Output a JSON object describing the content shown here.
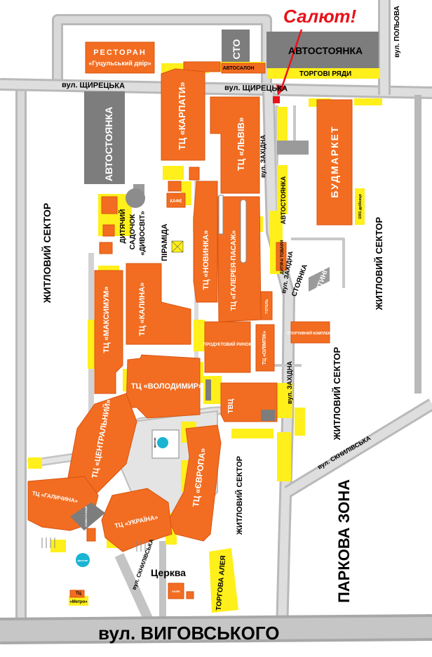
{
  "colors": {
    "building": "#f26d21",
    "building_dark": "#e35a12",
    "yellow": "#ffef1a",
    "road": "#c8c8c8",
    "road_dark": "#9a9a9a",
    "parking": "#7d7d7d",
    "marker": "#e8121a",
    "fountain": "#19b4d2"
  },
  "title": "Салют!",
  "streets": {
    "shchyretska_left": "вул. ЩИРЕЦЬКА",
    "shchyretska_right": "вул. ЩИРЕЦЬКА",
    "zakhidna_top": "вул. ЗАХІДНА",
    "zakhidna_mid": "вул. ЗАХІДНА",
    "zakhidna_bottom": "вул. ЗАХІДНА",
    "polova": "вул. ПОЛЬОВА",
    "skhnylivska_right": "вул. СКНИЛІВСЬКА",
    "skhnylivska_left": "вул. СКНИЛІВСЬКА",
    "vyhovskoho": "вул. ВИГОВСЬКОГО"
  },
  "places": {
    "restaurant_line1": "РЕСТОРАН",
    "restaurant_line2": "«Гуцульський двір»",
    "sto": "СТО",
    "autosalon": "АВТОСАЛОН",
    "parking_top": "АВТОСТОЯНКА",
    "trade_rows": "ТОРГОВІ РЯДИ",
    "parking_left": "АВТОСТОЯНКА",
    "karpaty": "ТЦ «КАРПАТИ»",
    "lviv": "ТЦ «ЛЬВІВ»",
    "budmarket": "БУДМАРКЕТ",
    "dribnytsia": "1001 дрібниця",
    "parking_right": "АВТОСТОЯНКА",
    "kindergarten_l1": "ДИТЯЧИЙ",
    "kindergarten_l2": "САДОЧОК",
    "kindergarten_l3": "«ДИВОСВІТ»",
    "cafe": "КАФЕ",
    "pyramida": "ПІРАМІДА",
    "novynka": "ТЦ «НОВИНКА»",
    "galereya": "ТЦ «ГАЛЕРЕЯ-ПАСАЖ»",
    "hotel": "ГОТЕЛЬ",
    "kids_goods": "ДИТЯЧІ ТОВАРИ",
    "karting_stand": "СТОЯНКА",
    "karting": "КАРТИНГ",
    "residential_left": "ЖИТЛОВИЙ СЕКТОР",
    "residential_right_top": "ЖИТЛОВИЙ СЕКТОР",
    "maksymum": "ТЦ «МАКСИМУМ»",
    "kalyna": "ТЦ «КАЛИНА»",
    "market": "ПРОДУКТОВИЙ РИНОК",
    "olimpik": "ТЦ «ОЛІМПІК»",
    "sport_complex": "СПОРТИВНИЙ КОМПЛЕКС",
    "volodymyr": "ТЦ «ВОЛОДИМИР»",
    "tvts": "ТВЦ",
    "residential_right_mid": "ЖИТЛОВИЙ СЕКТОР",
    "fountain_top": "фонтан",
    "tsentralnyi": "ТЦ «ЦЕНТРАЛЬНИЙ»",
    "yevropa": "ТЦ «ЄВРОПА»",
    "residential_center": "ЖИТЛОВИЙ СЕКТОР",
    "halychyna": "ТЦ «ГАЛИЧИНА»",
    "pharmacy": "КОМБАТАНЦІВ",
    "ukraina": "ТЦ «УКРАЇНА»",
    "fountain_bottom": "фонтан",
    "metro_l1": "ТЦ",
    "metro_l2": "«Метро»",
    "church": "Церква",
    "trade_alley": "ТОРГОВА АЛЕЯ",
    "park_zone": "ПАРКОВА ЗОНА",
    "cafe_church": "КАФЕ"
  }
}
